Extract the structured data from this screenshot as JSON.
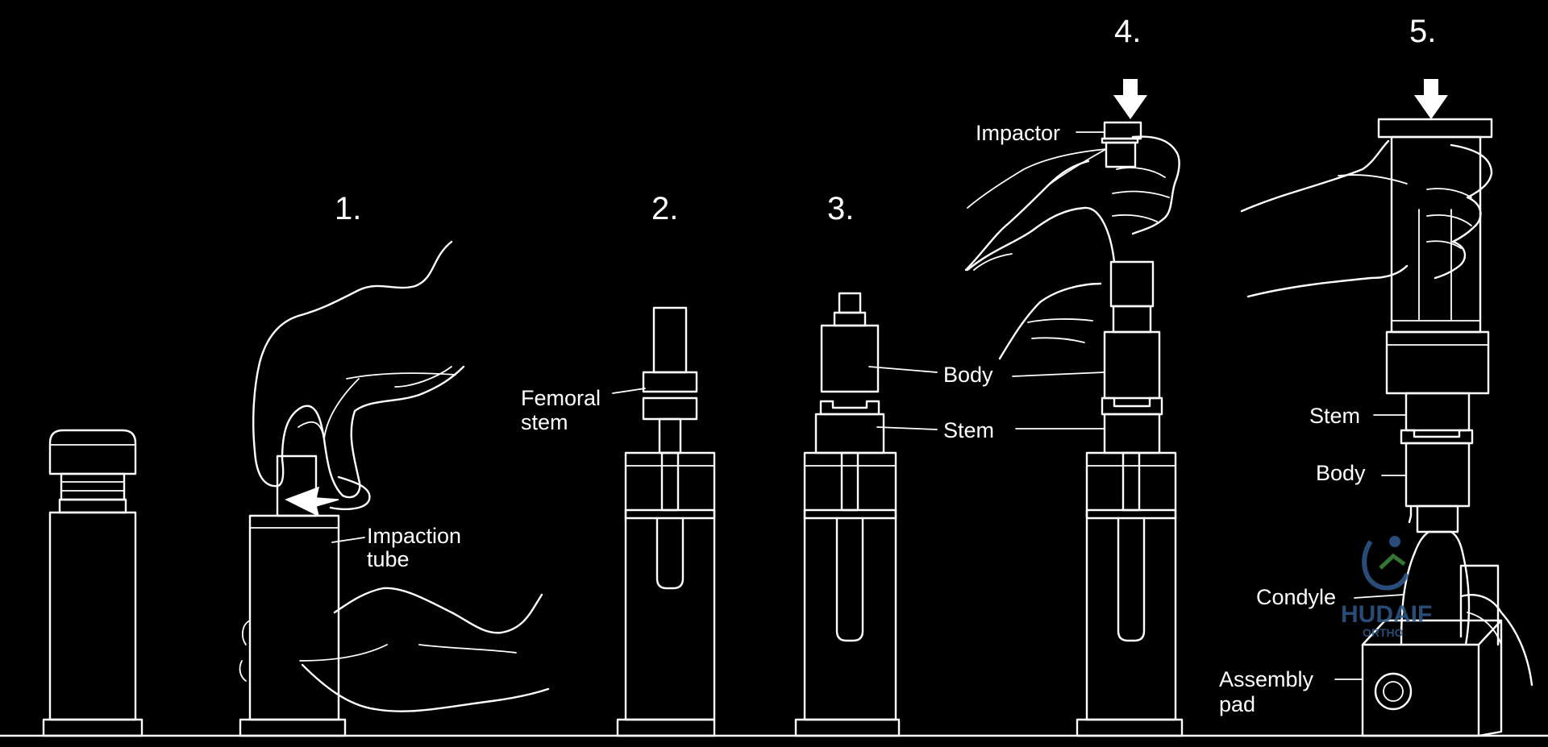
{
  "steps": [
    "1.",
    "2.",
    "3.",
    "4.",
    "5."
  ],
  "labels": {
    "impaction_tube_1": "Impaction",
    "impaction_tube_2": "tube",
    "femoral_stem_1": "Femoral",
    "femoral_stem_2": "stem",
    "body": "Body",
    "stem": "Stem",
    "impactor": "Impactor",
    "stem_5": "Stem",
    "body_5": "Body",
    "condyle": "Condyle",
    "assembly_pad_1": "Assembly",
    "assembly_pad_2": "pad"
  },
  "watermark": {
    "line1": "HUDAIF",
    "line2": "ORTHO"
  },
  "colors": {
    "background": "#000000",
    "line": "#ffffff",
    "watermark": "#2f5a8c"
  }
}
